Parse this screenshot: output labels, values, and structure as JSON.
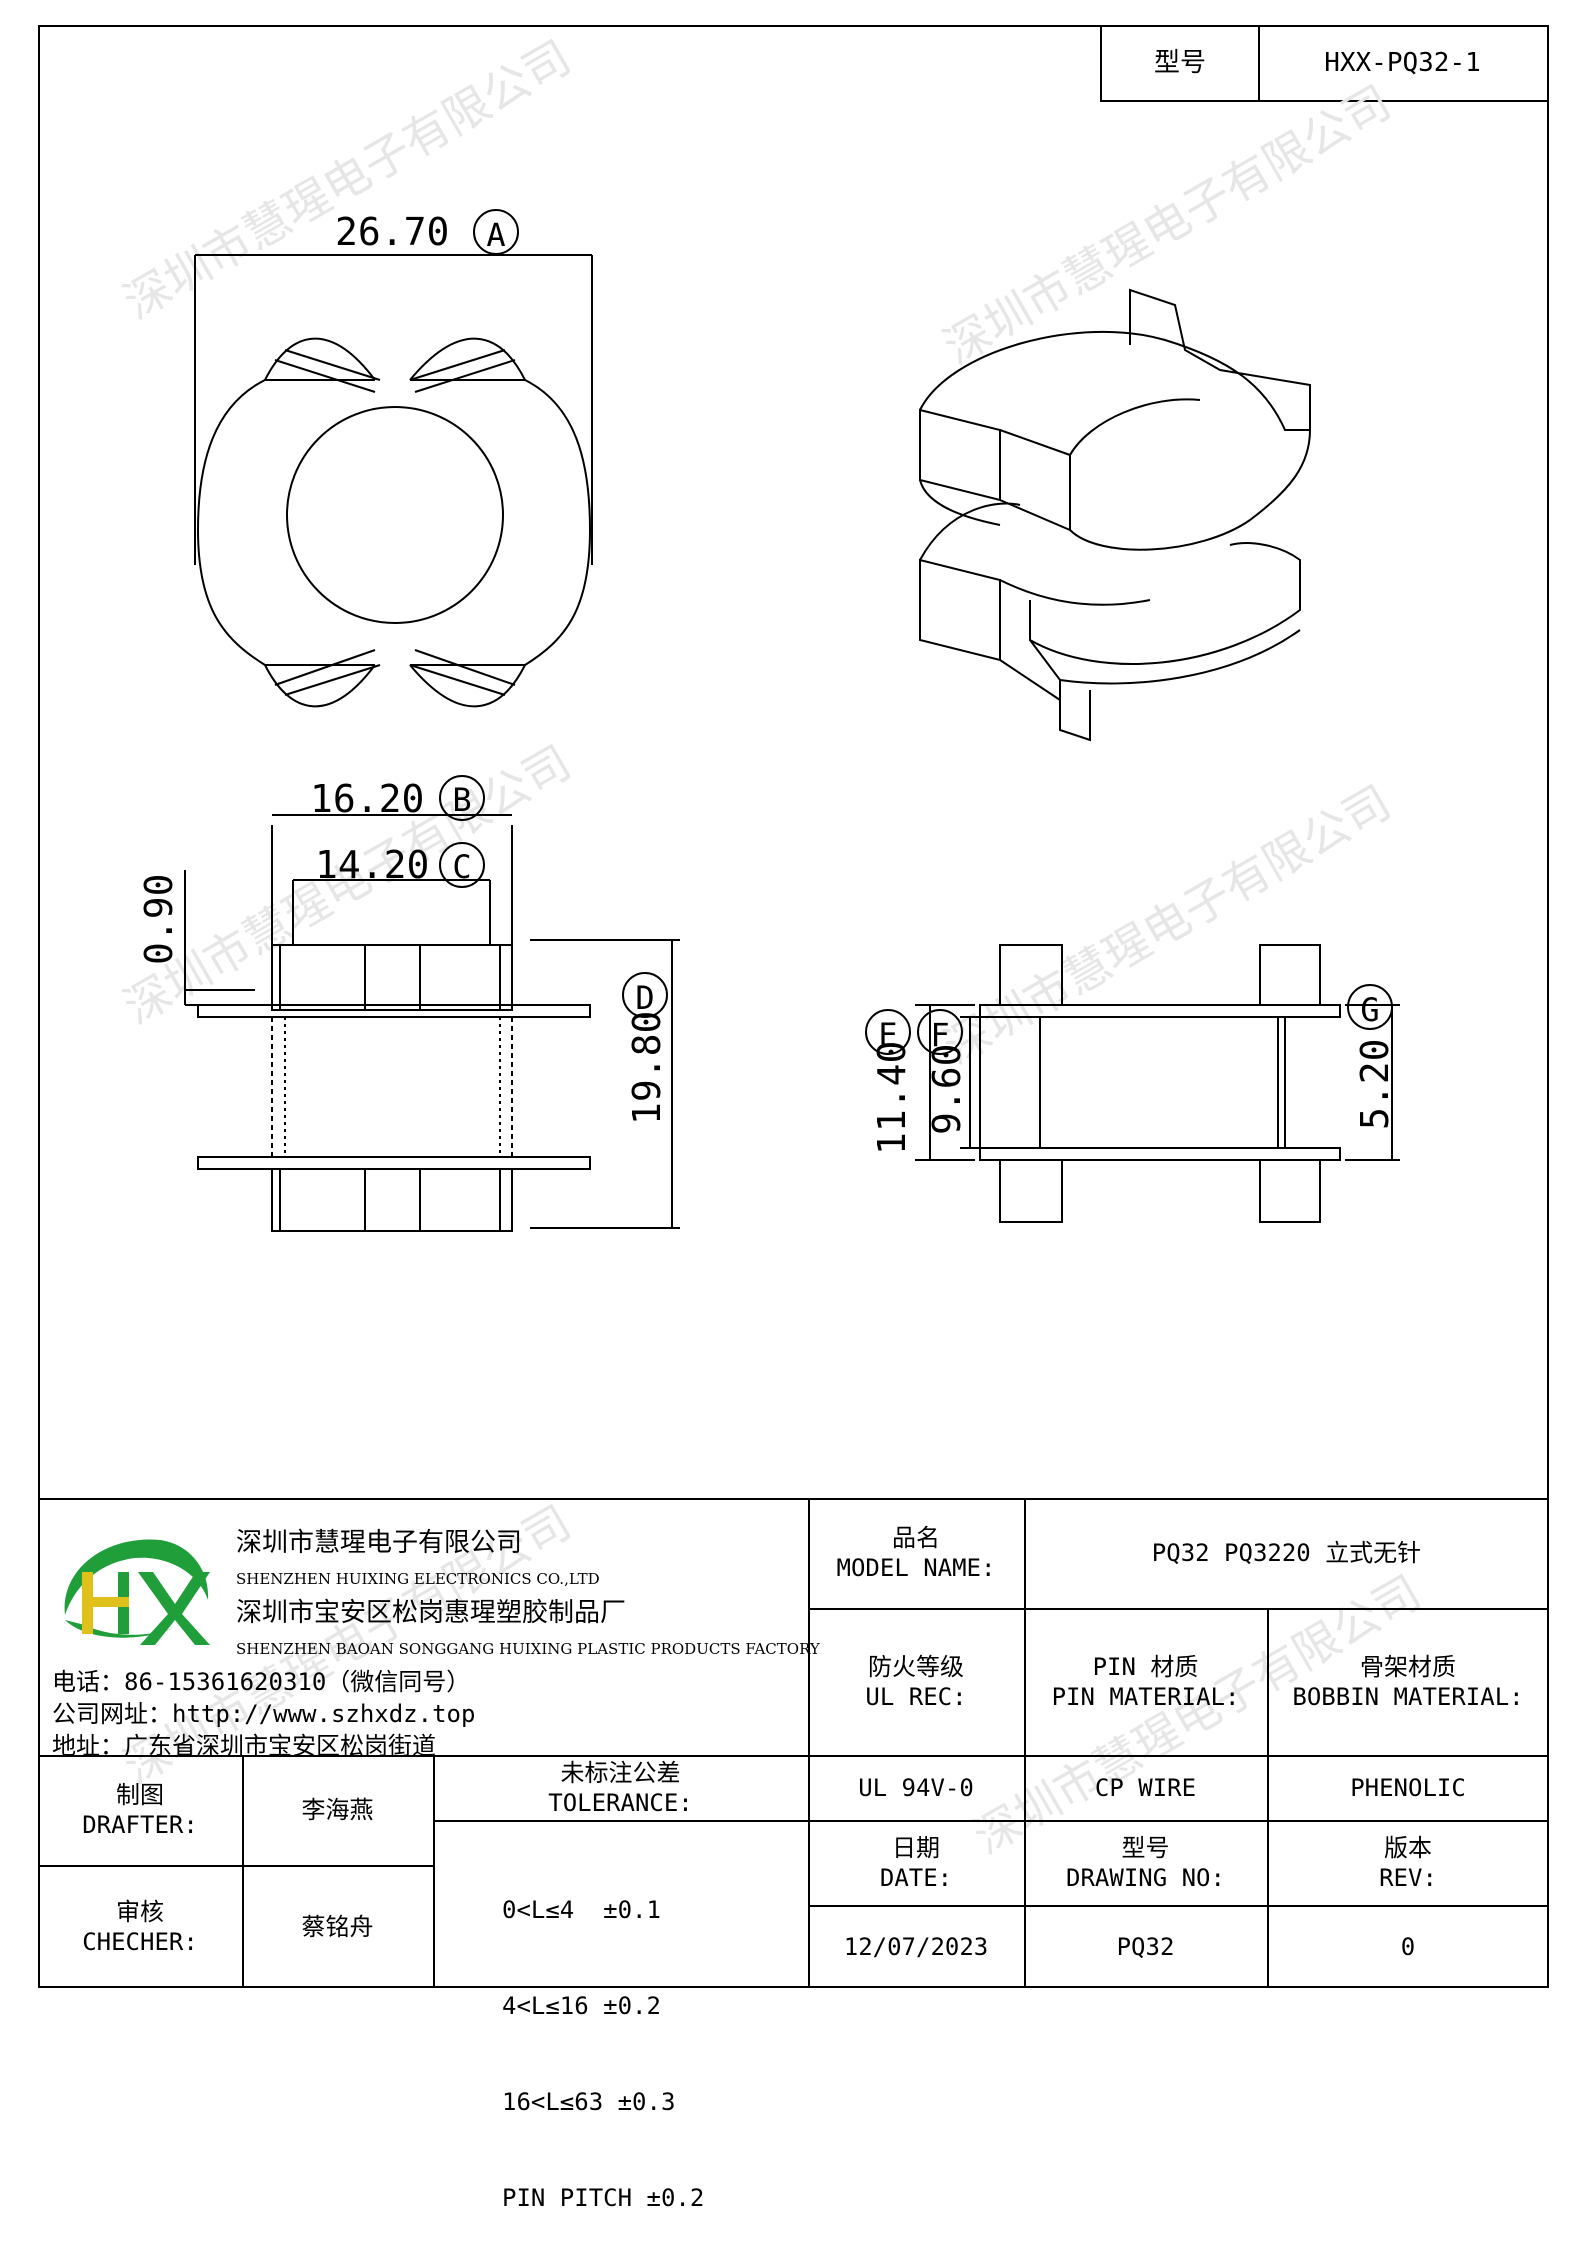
{
  "header": {
    "model_label": "型号",
    "model_value": "HXX-PQ32-1"
  },
  "watermark": "深圳市慧瑆电子有限公司",
  "drawing": {
    "dim_a": "26.70",
    "dim_a_ref": "A",
    "dim_b": "16.20",
    "dim_b_ref": "B",
    "dim_c": "14.20",
    "dim_c_ref": "C",
    "dim_090": "0.90",
    "dim_d": "19.80",
    "dim_d_ref": "D",
    "dim_e": "11.40",
    "dim_e_ref": "E",
    "dim_f": "9.60",
    "dim_f_ref": "F",
    "dim_g": "5.20",
    "dim_g_ref": "G"
  },
  "company": {
    "logo_text": "HX",
    "name_cn": "深圳市慧瑆电子有限公司",
    "name_en": "SHENZHEN HUIXING ELECTRONICS CO.,LTD",
    "factory_cn": "深圳市宝安区松岗惠瑆塑胶制品厂",
    "factory_en": "SHENZHEN BAOAN SONGGANG HUIXING PLASTIC PRODUCTS FACTORY",
    "phone": "电话：86-15361620310（微信同号）",
    "website": "公司网址：http://www.szhxdz.top",
    "address": "地址：广东省深圳市宝安区松岗街道"
  },
  "title_block": {
    "model_name_cn": "品名",
    "model_name_en": "MODEL NAME:",
    "model_name_value": "PQ32 PQ3220 立式无针",
    "ul_cn": "防火等级",
    "ul_en": "UL REC:",
    "pin_cn": "PIN 材质",
    "pin_en": "PIN MATERIAL:",
    "bobbin_cn": "骨架材质",
    "bobbin_en": "BOBBIN MATERIAL:",
    "ul_value": "UL 94V-0",
    "pin_value": "CP WIRE",
    "bobbin_value": "PHENOLIC",
    "drafter_cn": "制图",
    "drafter_en": "DRAFTER:",
    "drafter_name": "李海燕",
    "checker_cn": "审核",
    "checker_en": "CHECHER:",
    "checker_name": "蔡铭舟",
    "tolerance_cn": "未标注公差",
    "tolerance_en": "TOLERANCE:",
    "tolerance_lines": [
      "0<L≤4  ±0.1",
      "4<L≤16 ±0.2",
      "16<L≤63 ±0.3",
      "PIN PITCH ±0.2"
    ],
    "date_cn": "日期",
    "date_en": "DATE:",
    "drawing_no_cn": "型号",
    "drawing_no_en": "DRAWING NO:",
    "rev_cn": "版本",
    "rev_en": "REV:",
    "date_value": "12/07/2023",
    "drawing_no_value": "PQ32",
    "rev_value": "0"
  }
}
